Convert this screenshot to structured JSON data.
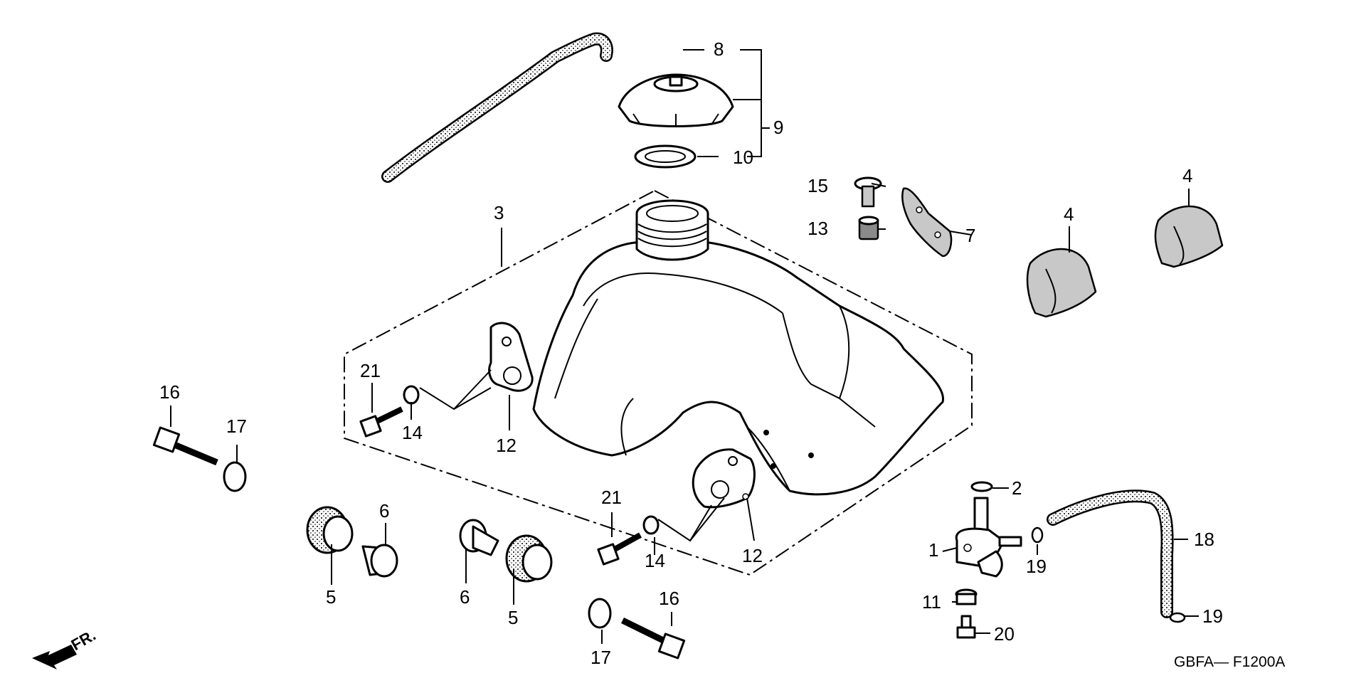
{
  "diagram": {
    "title": "Fuel Tank Exploded View",
    "direction_label": "FR.",
    "figure_code": "GBFA— F1200A",
    "callouts": [
      {
        "id": "c1",
        "text": "1"
      },
      {
        "id": "c2",
        "text": "2"
      },
      {
        "id": "c3",
        "text": "3"
      },
      {
        "id": "c4a",
        "text": "4"
      },
      {
        "id": "c4b",
        "text": "4"
      },
      {
        "id": "c5a",
        "text": "5"
      },
      {
        "id": "c5b",
        "text": "5"
      },
      {
        "id": "c6a",
        "text": "6"
      },
      {
        "id": "c6b",
        "text": "6"
      },
      {
        "id": "c7",
        "text": "7"
      },
      {
        "id": "c8",
        "text": "8"
      },
      {
        "id": "c9",
        "text": "9"
      },
      {
        "id": "c10",
        "text": "10"
      },
      {
        "id": "c11",
        "text": "11"
      },
      {
        "id": "c12a",
        "text": "12"
      },
      {
        "id": "c12b",
        "text": "12"
      },
      {
        "id": "c13",
        "text": "13"
      },
      {
        "id": "c14a",
        "text": "14"
      },
      {
        "id": "c14b",
        "text": "14"
      },
      {
        "id": "c15",
        "text": "15"
      },
      {
        "id": "c16a",
        "text": "16"
      },
      {
        "id": "c16b",
        "text": "16"
      },
      {
        "id": "c17a",
        "text": "17"
      },
      {
        "id": "c17b",
        "text": "17"
      },
      {
        "id": "c18",
        "text": "18"
      },
      {
        "id": "c19a",
        "text": "19"
      },
      {
        "id": "c19b",
        "text": "19"
      },
      {
        "id": "c20",
        "text": "20"
      },
      {
        "id": "c21a",
        "text": "21"
      },
      {
        "id": "c21b",
        "text": "21"
      }
    ]
  }
}
